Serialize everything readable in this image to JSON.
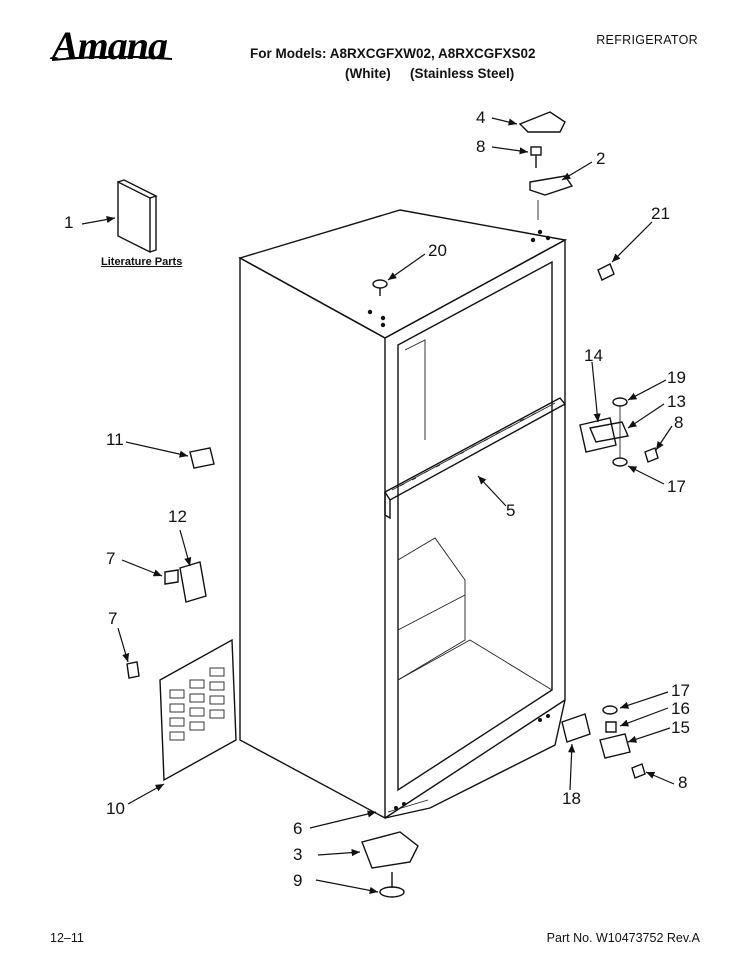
{
  "brand": "Amana",
  "category": "REFRIGERATOR",
  "models_line": "For Models: A8RXCGFXW02, A8RXCGFXS02",
  "variants": [
    "(White)",
    "(Stainless Steel)"
  ],
  "literature_label": "Literature Parts",
  "callouts": [
    {
      "id": "c1",
      "label": "1"
    },
    {
      "id": "c4",
      "label": "4"
    },
    {
      "id": "c8a",
      "label": "8"
    },
    {
      "id": "c2",
      "label": "2"
    },
    {
      "id": "c21",
      "label": "21"
    },
    {
      "id": "c20",
      "label": "20"
    },
    {
      "id": "c14",
      "label": "14"
    },
    {
      "id": "c19",
      "label": "19"
    },
    {
      "id": "c13",
      "label": "13"
    },
    {
      "id": "c8b",
      "label": "8"
    },
    {
      "id": "c17a",
      "label": "17"
    },
    {
      "id": "c11",
      "label": "11"
    },
    {
      "id": "c5",
      "label": "5"
    },
    {
      "id": "c12",
      "label": "12"
    },
    {
      "id": "c7a",
      "label": "7"
    },
    {
      "id": "c7b",
      "label": "7"
    },
    {
      "id": "c10",
      "label": "10"
    },
    {
      "id": "c17b",
      "label": "17"
    },
    {
      "id": "c16",
      "label": "16"
    },
    {
      "id": "c15",
      "label": "15"
    },
    {
      "id": "c8c",
      "label": "8"
    },
    {
      "id": "c18",
      "label": "18"
    },
    {
      "id": "c6",
      "label": "6"
    },
    {
      "id": "c3",
      "label": "3"
    },
    {
      "id": "c9",
      "label": "9"
    }
  ],
  "footer": {
    "date": "12–11",
    "part_no": "Part No. W10473752 Rev.A"
  }
}
